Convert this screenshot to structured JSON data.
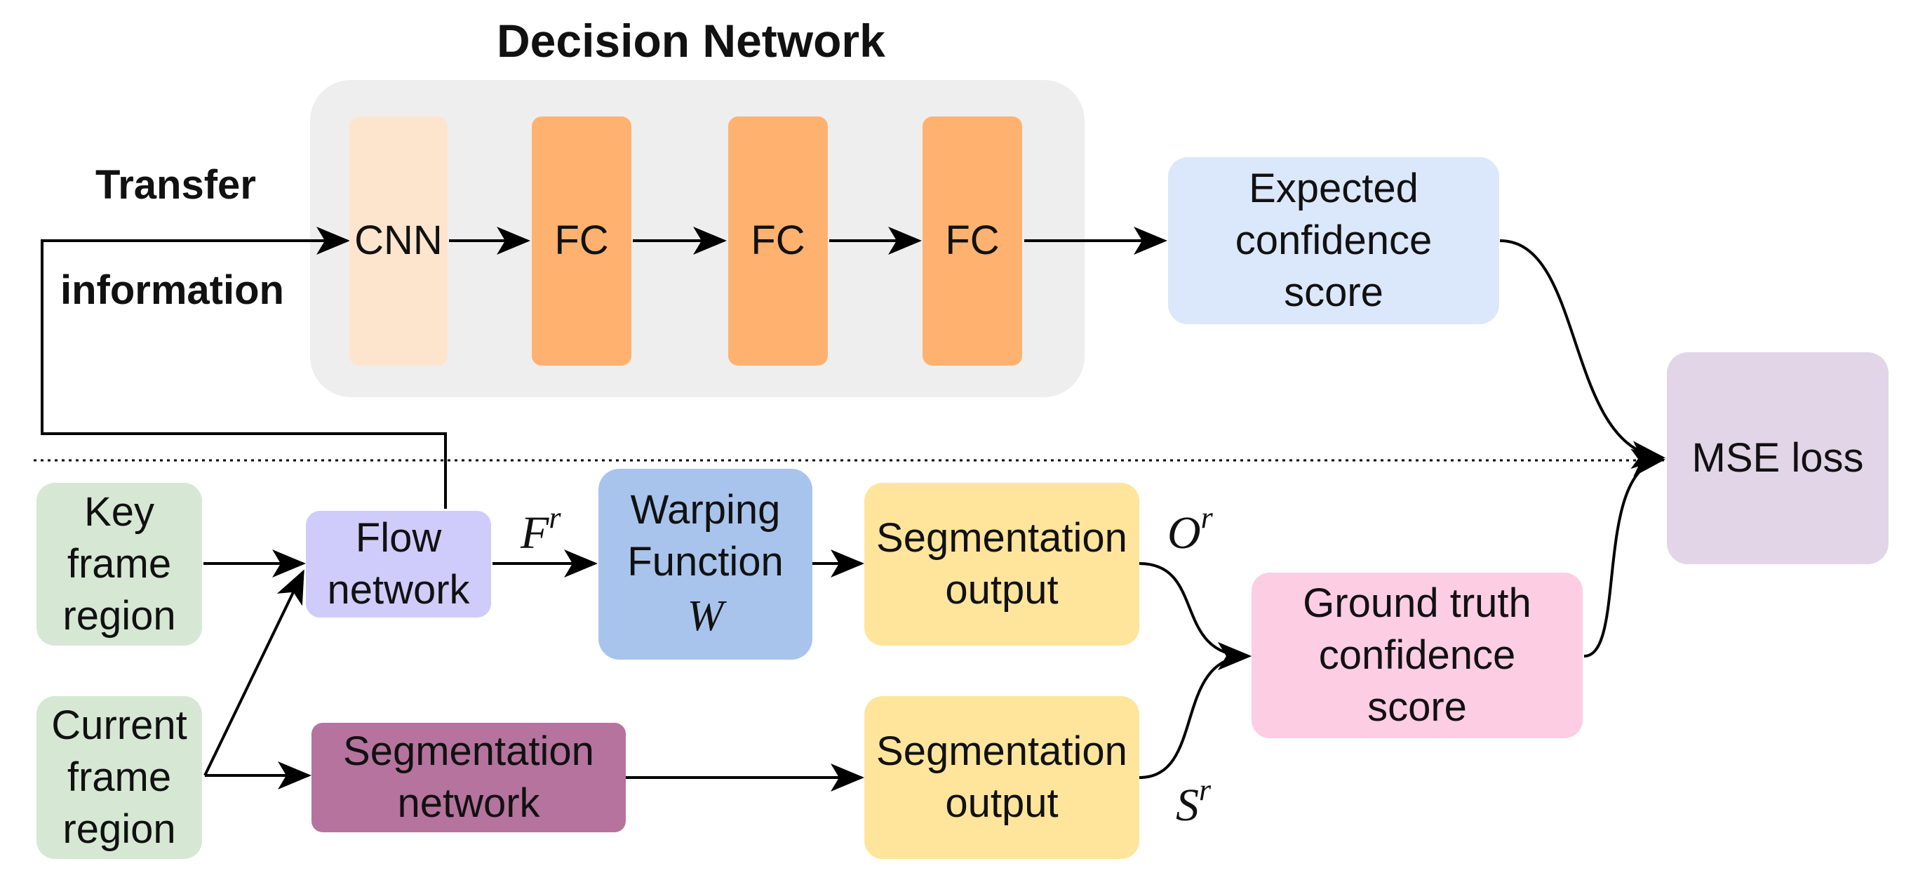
{
  "title": "Decision Network",
  "side_label": {
    "line1": "Transfer",
    "line2": "information"
  },
  "decision_network": {
    "cnn": "CNN",
    "fc1": "FC",
    "fc2": "FC",
    "fc3": "FC"
  },
  "expected_confidence": {
    "line1": "Expected",
    "line2": "confidence",
    "line3": "score"
  },
  "mse_loss": "MSE loss",
  "key_frame": {
    "line1": "Key",
    "line2": "frame",
    "line3": "region"
  },
  "current_frame": {
    "line1": "Current",
    "line2": "frame",
    "line3": "region"
  },
  "flow_network": {
    "line1": "Flow",
    "line2": "network"
  },
  "warping": {
    "line1": "Warping",
    "line2": "Function",
    "symbol": "W"
  },
  "segmentation_output_top": {
    "line1": "Segmentation",
    "line2": "output"
  },
  "segmentation_output_bottom": {
    "line1": "Segmentation",
    "line2": "output"
  },
  "segmentation_network": {
    "line1": "Segmentation",
    "line2": "network"
  },
  "ground_truth": {
    "line1": "Ground truth",
    "line2": "confidence",
    "line3": "score"
  },
  "symbols": {
    "flow": {
      "base": "F",
      "sup": "r"
    },
    "warped": {
      "base": "O",
      "sup": "r"
    },
    "seg": {
      "base": "S",
      "sup": "r"
    }
  },
  "colors": {
    "decision_bg": "#eeeeee",
    "cnn": "#fde5cd",
    "fc": "#ffb26f",
    "expected": "#dbe7fb",
    "mse": "#e2d5e8",
    "frame_region": "#d6e8d4",
    "flow": "#cfccfb",
    "warping": "#a8c4ec",
    "seg_output": "#ffe59c",
    "seg_network": "#b5739d",
    "ground_truth": "#fdcde4"
  }
}
